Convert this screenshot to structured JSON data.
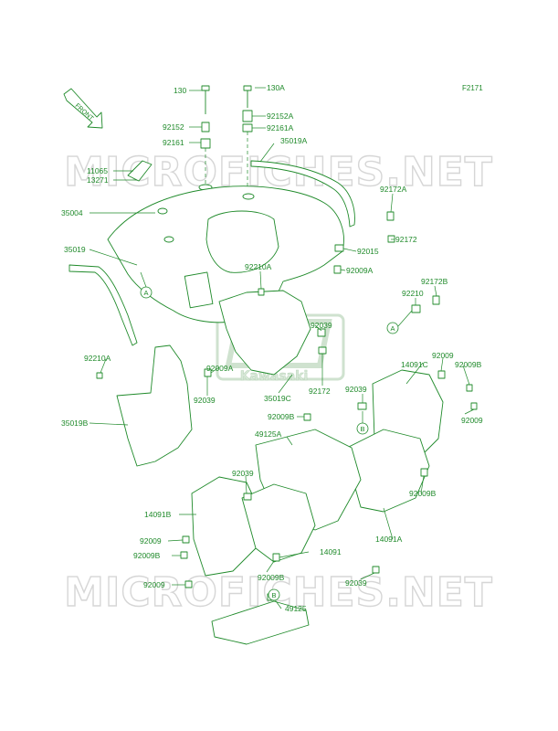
{
  "figure_number": "F2171",
  "front_marker": "FRONT",
  "watermark": {
    "top": "MICROFICHES.NET",
    "bottom": "MICROFICHES.NET",
    "logo": "Kawasaki"
  },
  "labels": {
    "l130": "130",
    "l130A": "130A",
    "l92152": "92152",
    "l92152A": "92152A",
    "l92161": "92161",
    "l92161A": "92161A",
    "l35019A": "35019A",
    "l11065": "11065",
    "l13271": "13271",
    "l92172A": "92172A",
    "l35004": "35004",
    "l92172a": "92172",
    "l92015": "92015",
    "l35019": "35019",
    "l92210A_a": "92210A",
    "l92009A_a": "92009A",
    "l92172B": "92172B",
    "l92210": "92210",
    "l92039_a": "92039",
    "l92210A_b": "92210A",
    "l92009A_b": "92009A",
    "l92039_b": "92039",
    "l35019C": "35019C",
    "l92172b": "92172",
    "l92039_c": "92039",
    "l14091C": "14091C",
    "l92009_a": "92009",
    "l92009B_a": "92009B",
    "l92009_b": "92009",
    "l35019B": "35019B",
    "l92009B_b": "92009B",
    "l49125A": "49125A",
    "l92039_d": "92039",
    "l92009B_c": "92009B",
    "l14091B": "14091B",
    "l92009_c": "92009",
    "l92009B_d": "92009B",
    "l14091": "14091",
    "l14091A": "14091A",
    "l92009_d": "92009",
    "l92009B_e": "92009B",
    "l92039_e": "92039",
    "l49125": "49125"
  },
  "refs": {
    "a1": "A",
    "a2": "A",
    "b1": "B",
    "b2": "B"
  }
}
